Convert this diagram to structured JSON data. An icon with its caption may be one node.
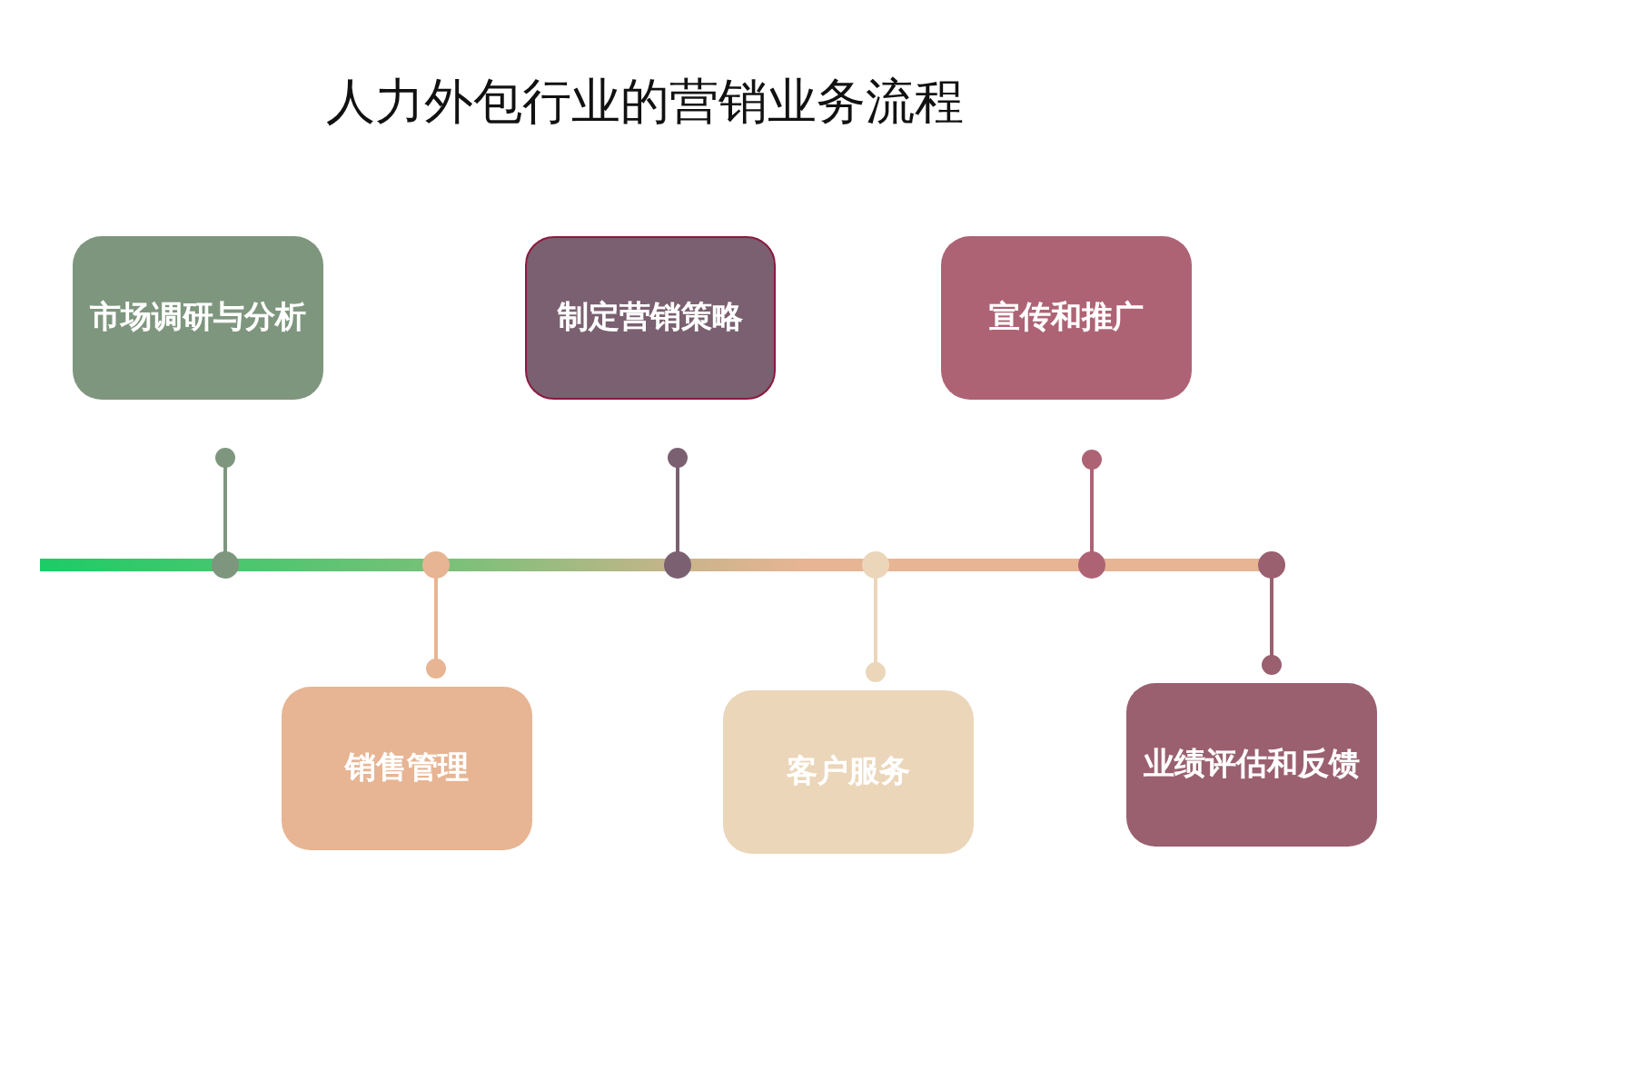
{
  "diagram": {
    "title": "人力外包行业的营销业务流程",
    "nodes": [
      {
        "text": [
          "市场调研与分析"
        ]
      },
      {
        "text": [
          "制定营销策略"
        ]
      },
      {
        "text": [
          "宣传和推广"
        ]
      },
      {
        "text": [
          "销售管理"
        ]
      },
      {
        "text": [
          "客户服务"
        ]
      },
      {
        "text": [
          "业绩评估和反馈"
        ]
      }
    ]
  }
}
